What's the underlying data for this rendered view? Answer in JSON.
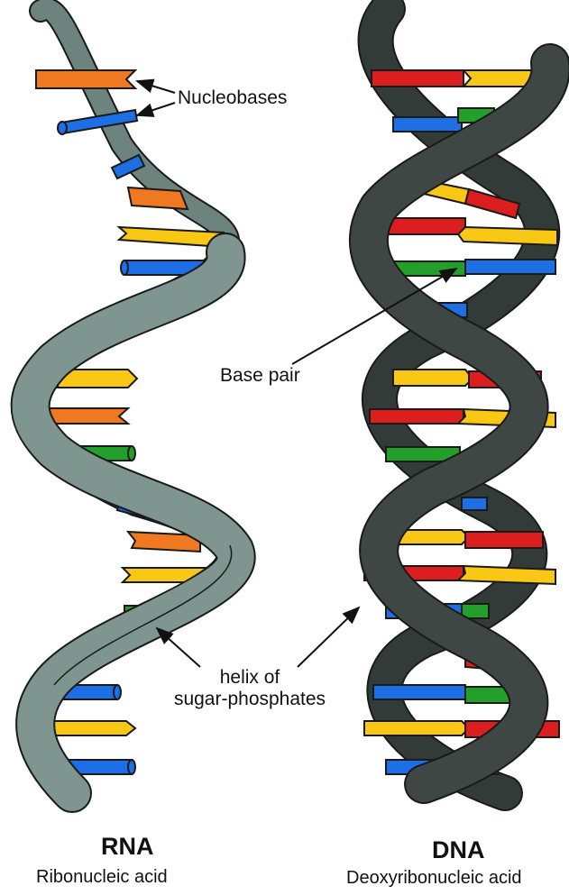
{
  "labels": {
    "nucleobases": "Nucleobases",
    "base_pair": "Base pair",
    "helix_line1": "helix of",
    "helix_line2": "sugar-phosphates"
  },
  "rna": {
    "title": "RNA",
    "subtitle": "Ribonucleic acid"
  },
  "dna": {
    "title": "DNA",
    "subtitle": "Deoxyribonucleic acid"
  },
  "colors": {
    "rna_backbone": "#7f9690",
    "dna_backbone": "#3e4744",
    "outline": "#1a1a1a",
    "orange": "#f07820",
    "blue": "#1e6ee6",
    "yellow": "#f8c814",
    "green": "#22a02a",
    "red": "#dc1e1e"
  }
}
